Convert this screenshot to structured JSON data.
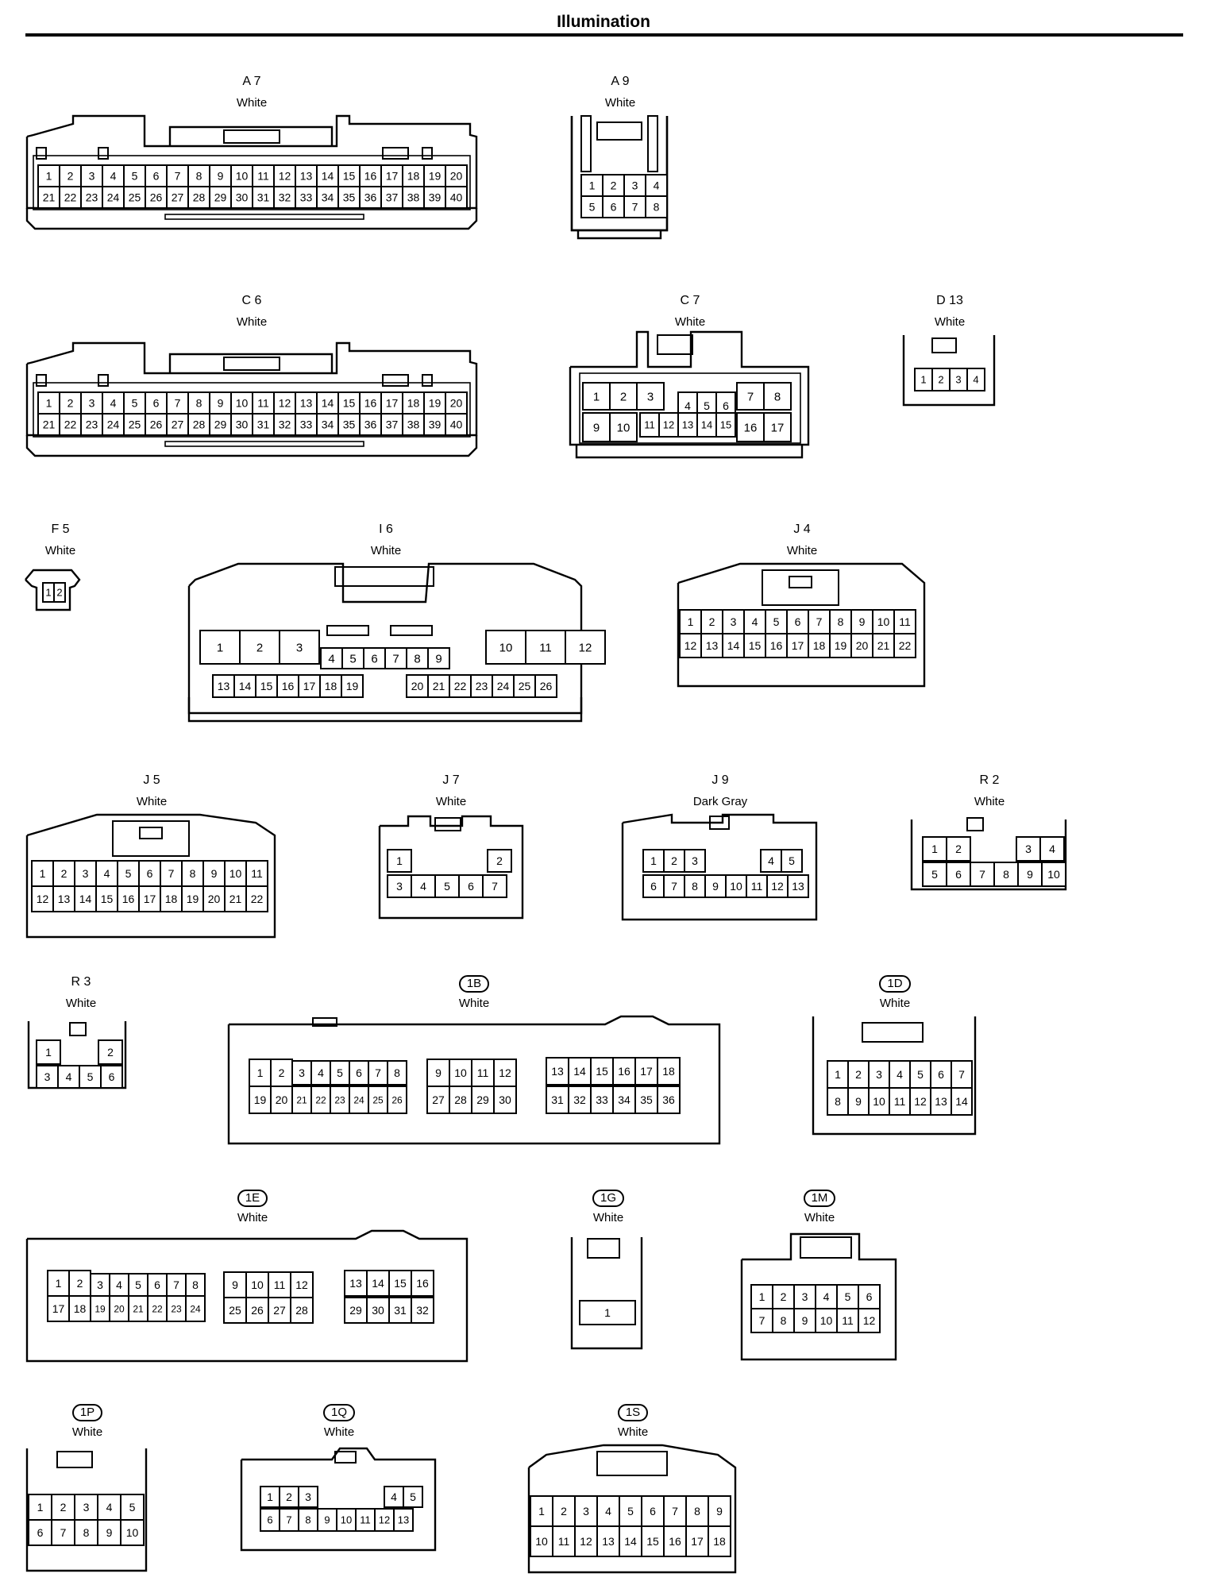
{
  "title": "Illumination",
  "connectors": [
    {
      "code": "A 7",
      "color": "White",
      "circled": false
    },
    {
      "code": "A 9",
      "color": "White",
      "circled": false
    },
    {
      "code": "C 6",
      "color": "White",
      "circled": false
    },
    {
      "code": "C 7",
      "color": "White",
      "circled": false
    },
    {
      "code": "D 13",
      "color": "White",
      "circled": false
    },
    {
      "code": "F 5",
      "color": "White",
      "circled": false
    },
    {
      "code": "I 6",
      "color": "White",
      "circled": false
    },
    {
      "code": "J 4",
      "color": "White",
      "circled": false
    },
    {
      "code": "J 5",
      "color": "White",
      "circled": false
    },
    {
      "code": "J 7",
      "color": "White",
      "circled": false
    },
    {
      "code": "J 9",
      "color": "Dark Gray",
      "circled": false
    },
    {
      "code": "R 2",
      "color": "White",
      "circled": false
    },
    {
      "code": "R 3",
      "color": "White",
      "circled": false
    },
    {
      "code": "1B",
      "color": "White",
      "circled": true
    },
    {
      "code": "1D",
      "color": "White",
      "circled": true
    },
    {
      "code": "1E",
      "color": "White",
      "circled": true
    },
    {
      "code": "1G",
      "color": "White",
      "circled": true
    },
    {
      "code": "1M",
      "color": "White",
      "circled": true
    },
    {
      "code": "1P",
      "color": "White",
      "circled": true
    },
    {
      "code": "1Q",
      "color": "White",
      "circled": true
    },
    {
      "code": "1S",
      "color": "White",
      "circled": true
    }
  ]
}
